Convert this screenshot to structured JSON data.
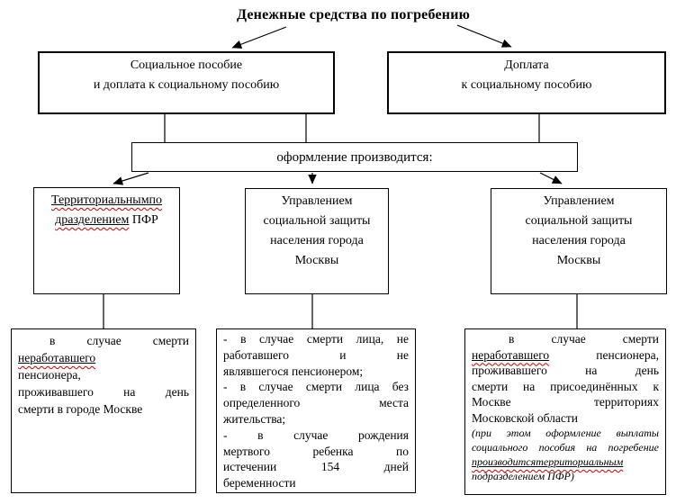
{
  "title": "Денежные средства по погребению",
  "colors": {
    "text": "#000000",
    "box_border": "#000000",
    "connector": "#000000",
    "spellcheck_wavy": "#cc0000",
    "background": "#ffffff"
  },
  "nodes": {
    "top_left": {
      "lines": [
        {
          "segs": [
            {
              "t": "Социальное пособие"
            }
          ]
        },
        {
          "segs": [
            {
              "t": "и доплата к социальному пособию"
            }
          ]
        }
      ]
    },
    "top_right": {
      "lines": [
        {
          "segs": [
            {
              "t": "Доплата"
            }
          ]
        },
        {
          "segs": [
            {
              "t": "к социальному пособию"
            }
          ]
        }
      ]
    },
    "middle": {
      "label": "оформление производится:"
    },
    "org_pfr": {
      "lines": [
        {
          "segs": [
            {
              "t": "Территориальнымпо",
              "u": true
            }
          ]
        },
        {
          "segs": [
            {
              "t": "дразделением",
              "u": true
            },
            {
              "t": " ПФР"
            }
          ]
        }
      ]
    },
    "org_uszn_left": {
      "lines": [
        {
          "segs": [
            {
              "t": "Управлением"
            }
          ]
        },
        {
          "segs": [
            {
              "t": "социальной защиты"
            }
          ]
        },
        {
          "segs": [
            {
              "t": "населения города"
            }
          ]
        },
        {
          "segs": [
            {
              "t": "Москвы"
            }
          ]
        }
      ]
    },
    "org_uszn_right": {
      "lines": [
        {
          "segs": [
            {
              "t": "Управлением"
            }
          ]
        },
        {
          "segs": [
            {
              "t": "социальной защиты"
            }
          ]
        },
        {
          "segs": [
            {
              "t": "населения города"
            }
          ]
        },
        {
          "segs": [
            {
              "t": "Москвы"
            }
          ]
        }
      ]
    },
    "case_left": {
      "lines": [
        {
          "segs": [
            {
              "t": " в случае смерти"
            }
          ],
          "j": true
        },
        {
          "segs": [
            {
              "t": "неработавшего",
              "u": true
            }
          ]
        },
        {
          "segs": [
            {
              "t": "пенсионера,"
            }
          ]
        },
        {
          "segs": [
            {
              "t": "проживавшего на день"
            }
          ],
          "j": true
        },
        {
          "segs": [
            {
              "t": "смерти в городе Москве"
            }
          ]
        }
      ]
    },
    "case_middle": {
      "lines": [
        {
          "segs": [
            {
              "t": "- в случае смерти лица, не"
            }
          ],
          "j": true
        },
        {
          "segs": [
            {
              "t": "работавшего и не"
            }
          ],
          "j": true
        },
        {
          "segs": [
            {
              "t": "являвшегося пенсионером;"
            }
          ]
        },
        {
          "segs": [
            {
              "t": "- в случае смерти лица без"
            }
          ],
          "j": true
        },
        {
          "segs": [
            {
              "t": "определенного места"
            }
          ],
          "j": true
        },
        {
          "segs": [
            {
              "t": "жительства;"
            }
          ]
        },
        {
          "segs": [
            {
              "t": "- в случае рождения"
            }
          ],
          "j": true
        },
        {
          "segs": [
            {
              "t": "мертвого ребенка по"
            }
          ],
          "j": true
        },
        {
          "segs": [
            {
              "t": "истечении 154 дней"
            }
          ],
          "j": true
        },
        {
          "segs": [
            {
              "t": "беременности"
            }
          ]
        }
      ]
    },
    "case_right": {
      "lines": [
        {
          "segs": [
            {
              "t": " в случае смерти"
            }
          ],
          "j": true
        },
        {
          "segs": [
            {
              "t": "неработавшего",
              "u": true
            },
            {
              "t": " пенсионера,"
            }
          ],
          "j": true
        },
        {
          "segs": [
            {
              "t": "проживавшего на день"
            }
          ],
          "j": true
        },
        {
          "segs": [
            {
              "t": "смерти на присоединённых к"
            }
          ],
          "j": true
        },
        {
          "segs": [
            {
              "t": "Москве территориях"
            }
          ],
          "j": true
        },
        {
          "segs": [
            {
              "t": "Московской области"
            }
          ]
        },
        {
          "segs": [
            {
              "t": "(при этом оформление выплаты"
            }
          ],
          "j": true,
          "it": true
        },
        {
          "segs": [
            {
              "t": "социального пособия на погребение"
            }
          ],
          "j": true,
          "it": true
        },
        {
          "segs": [
            {
              "t": "производитсятерриториальным",
              "u": true
            }
          ],
          "it": true
        },
        {
          "segs": [
            {
              "t": "подразделением ПФР)"
            }
          ],
          "it": true
        }
      ]
    }
  }
}
